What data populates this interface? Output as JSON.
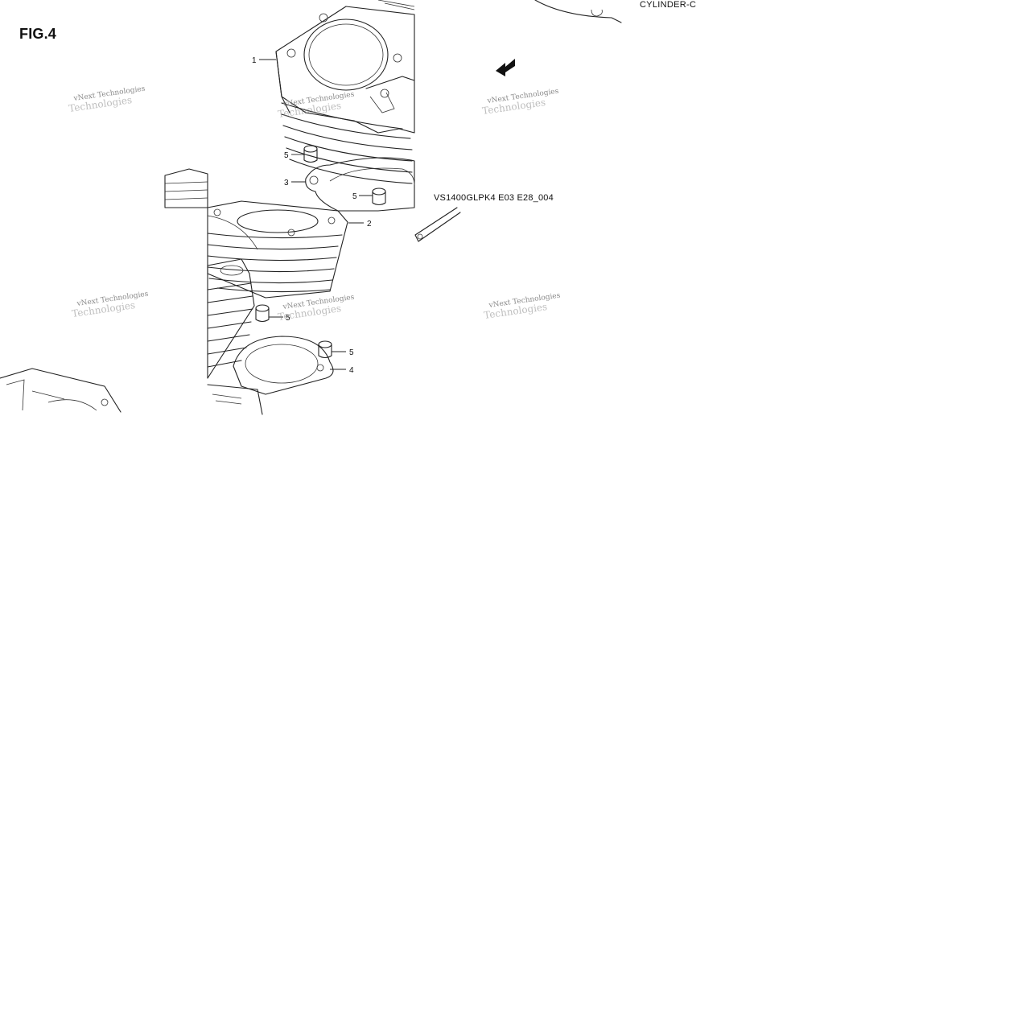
{
  "figure": {
    "label": "FIG.4",
    "section_name": "CYLINDER-C",
    "drawing_code": "VS1400GLPK4 E03 E28_004"
  },
  "callouts": [
    "1",
    "2",
    "3",
    "4",
    "5",
    "5",
    "5",
    "5"
  ],
  "watermark": {
    "text": "vNext Technologies",
    "secondary": "Technologies"
  },
  "colors": {
    "line": "#222222",
    "watermark": "#8a8a8a",
    "background": "#ffffff"
  }
}
